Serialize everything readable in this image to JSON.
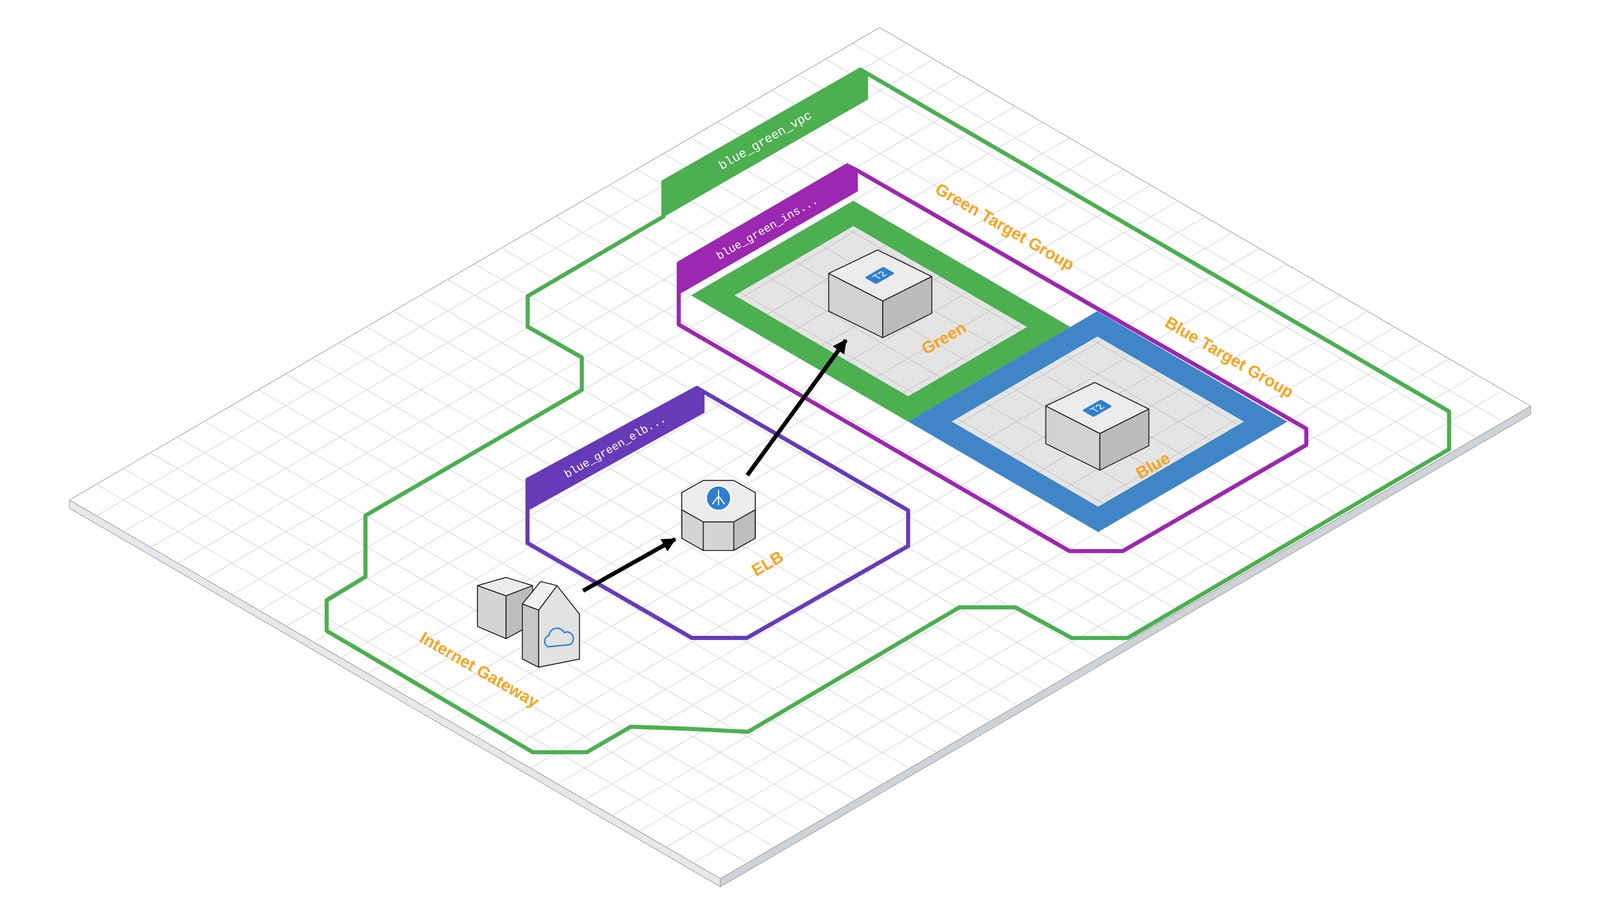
{
  "diagram": {
    "nodes": [
      {
        "text": [
          "blue_green_vpc"
        ]
      },
      {
        "text": [
          "blue_green_elb..."
        ],
        "in": 0
      },
      {
        "text": [
          "ELB"
        ],
        "in": 1
      },
      {
        "text": [
          "Internet Gateway"
        ],
        "in": 0
      },
      {
        "text": [
          "blue_green_ins..."
        ],
        "in": 0
      },
      {
        "text": [
          "Green Target Group"
        ],
        "in": 4
      },
      {
        "text": [
          "T2",
          "Green"
        ],
        "in": 5
      },
      {
        "text": [
          "Blue Target Group"
        ],
        "in": 4
      },
      {
        "text": [
          "T2",
          "Blue"
        ],
        "in": 7
      }
    ],
    "edges": [
      {
        "from": 3,
        "to": 2,
        "arrow": "to"
      },
      {
        "from": 2,
        "to": 6,
        "arrow": "to"
      }
    ]
  }
}
